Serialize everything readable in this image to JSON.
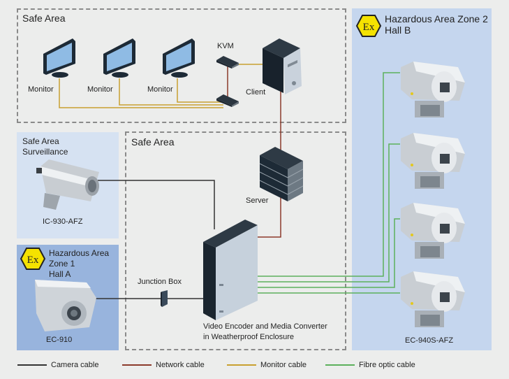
{
  "zones": {
    "safe_area_top": {
      "title": "Safe Area"
    },
    "safe_area_center": {
      "title": "Safe Area"
    },
    "safe_area_surveillance": {
      "title_line1": "Safe Area",
      "title_line2": "Surveillance"
    },
    "hazard_zone1": {
      "title_line1": "Hazardous Area",
      "title_line2": "Zone 1",
      "title_line3": "Hall A",
      "badge": "Ex"
    },
    "hazard_zone2": {
      "title_line1": "Hazardous Area Zone 2",
      "title_line2": "Hall B",
      "badge": "Ex"
    }
  },
  "devices": {
    "monitors": [
      {
        "label": "Monitor"
      },
      {
        "label": "Monitor"
      },
      {
        "label": "Monitor"
      }
    ],
    "kvm": {
      "label": "KVM"
    },
    "client": {
      "label": "Client"
    },
    "server": {
      "label": "Server"
    },
    "junction_box": {
      "label": "Junction Box"
    },
    "encoder": {
      "label_line1": "Video Encoder and Media Converter",
      "label_line2": "in Weatherproof Enclosure"
    },
    "camera_safe": {
      "label": "IC-930-AFZ"
    },
    "camera_zone1": {
      "label": "EC-910"
    },
    "camera_zone2": {
      "label": "EC-940S-AFZ",
      "count": 4
    }
  },
  "legend": [
    {
      "label": "Camera cable",
      "color": "#333333"
    },
    {
      "label": "Network cable",
      "color": "#8b3a2b"
    },
    {
      "label": "Monitor cable",
      "color": "#c8a030"
    },
    {
      "label": "Fibre optic cable",
      "color": "#5cb05c"
    }
  ]
}
